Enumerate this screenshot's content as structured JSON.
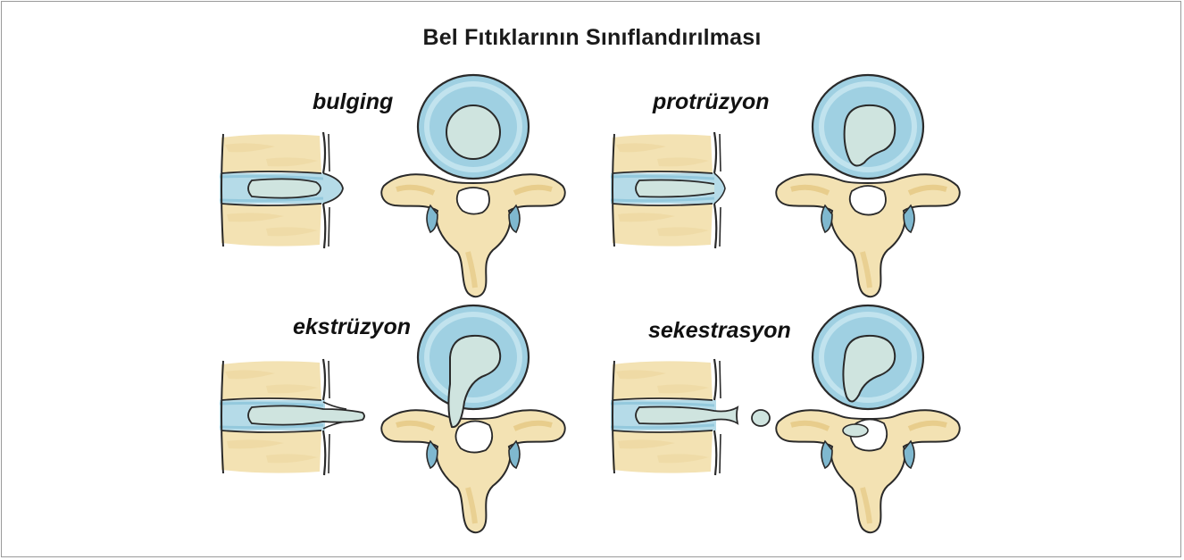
{
  "title": "Bel Fıtıklarının Sınıflandırılması",
  "stages": [
    {
      "label": "bulging"
    },
    {
      "label": "protrüzyon"
    },
    {
      "label": "ekstrüzyon"
    },
    {
      "label": "sekestrasyon"
    }
  ],
  "colors": {
    "bone": "#f3e2b3",
    "bone_dark": "#e9cf8c",
    "disc": "#b5dbe8",
    "disc_dark": "#7fb8cf",
    "nucleus": "#cfe4df",
    "outline": "#2a2a2a"
  }
}
